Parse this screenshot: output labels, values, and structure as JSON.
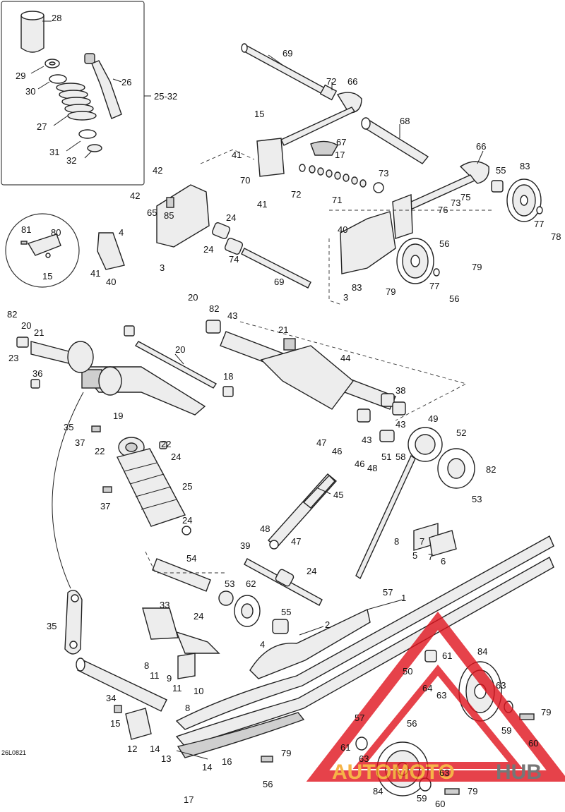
{
  "drawing_code": "26L0821",
  "watermark": {
    "brand_left": "AUTOMOTO",
    "brand_right": "HUB",
    "color_red": "#e0141e",
    "color_orange": "#f4a21a",
    "color_gray": "#555555"
  },
  "inset_assembly_label": "25-32",
  "callouts": [
    "28",
    "29",
    "30",
    "26",
    "27",
    "31",
    "32",
    "25-32",
    "69",
    "72",
    "66",
    "15",
    "67",
    "17",
    "68",
    "41",
    "70",
    "41",
    "72",
    "71",
    "73",
    "66",
    "55",
    "83",
    "76",
    "73",
    "75",
    "42",
    "65",
    "85",
    "24",
    "42",
    "4",
    "24",
    "3",
    "74",
    "69",
    "81",
    "80",
    "15",
    "41",
    "40",
    "40",
    "3",
    "79",
    "56",
    "83",
    "77",
    "79",
    "56",
    "77",
    "78",
    "82",
    "20",
    "21",
    "23",
    "36",
    "20",
    "19",
    "18",
    "20",
    "82",
    "43",
    "21",
    "44",
    "38",
    "43",
    "43",
    "35",
    "37",
    "22",
    "22",
    "24",
    "25",
    "37",
    "24",
    "47",
    "46",
    "46",
    "48",
    "51",
    "58",
    "49",
    "52",
    "82",
    "53",
    "45",
    "48",
    "39",
    "47",
    "8",
    "7",
    "5",
    "7",
    "6",
    "24",
    "54",
    "53",
    "62",
    "55",
    "57",
    "1",
    "2",
    "33",
    "24",
    "4",
    "35",
    "8",
    "11",
    "9",
    "11",
    "10",
    "34",
    "8",
    "15",
    "12",
    "14",
    "13",
    "14",
    "17",
    "16",
    "57",
    "79",
    "56",
    "61",
    "63",
    "50",
    "61",
    "64",
    "63",
    "84",
    "63",
    "56",
    "79",
    "59",
    "60",
    "84",
    "63",
    "59",
    "60",
    "79"
  ]
}
